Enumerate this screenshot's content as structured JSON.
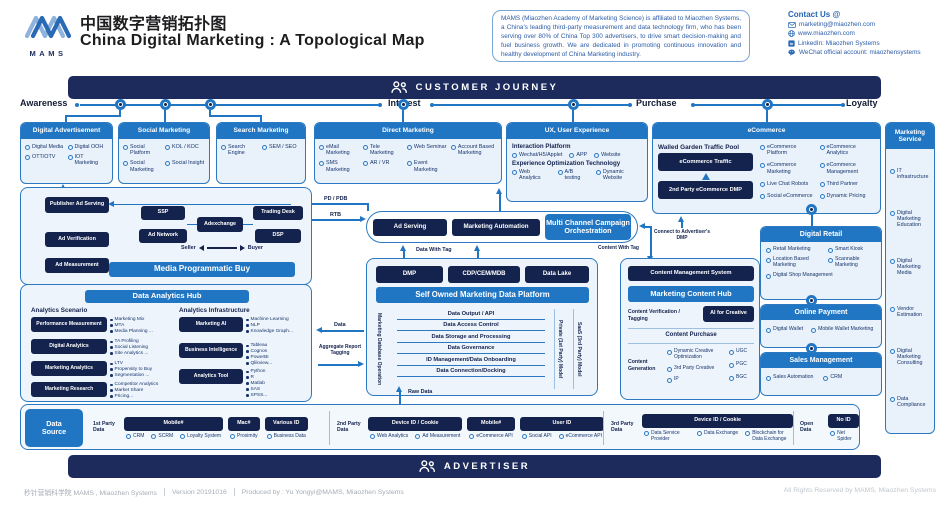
{
  "header": {
    "logo_text": "MAMS",
    "title_zh": "中国数字营销拓扑图",
    "title_en": "China Digital Marketing : A Topological Map",
    "about": "MAMS (Miaozhen Academy of Marketing Science) is affiliated to Miaozhen Systems, a China's leading third-party measurement and data technology firm, who has been serving over 80% of China Top 300 advertisers, to drive smart decision-making and fuel business growth. We are dedicated in promoting continuous innovation and healthy development of China Marketing industry.",
    "contact_heading": "Contact Us @",
    "contact": [
      {
        "icon": "email-icon",
        "label": "marketing@miaozhen.com"
      },
      {
        "icon": "globe-icon",
        "label": "www.miaozhen.com"
      },
      {
        "icon": "linkedin-icon",
        "label": "LinkedIn: Miaozhen Systems"
      },
      {
        "icon": "wechat-icon",
        "label": "WeChat official account: miaozhensystems"
      }
    ]
  },
  "journey": {
    "bar": "CUSTOMER JOURNEY",
    "stages": [
      "Awareness",
      "Interest",
      "Purchase",
      "Loyalty"
    ]
  },
  "channels": {
    "digital_ad": {
      "title": "Digital Advertisement",
      "items": [
        "Digital Media",
        "Digital OOH",
        "OTT/OTV",
        "IOT Marketing"
      ]
    },
    "social": {
      "title": "Social Marketing",
      "items": [
        "Social Platform",
        "KOL / KOC",
        "Social Marketing",
        "Social Insight"
      ]
    },
    "search": {
      "title": "Search Marketing",
      "items": [
        "Search Engine",
        "SEM / SEO"
      ]
    },
    "direct": {
      "title": "Direct Marketing",
      "items": [
        "eMail Marketing",
        "Tele Marketing",
        "Web Seminar",
        "Account Based Marketing",
        "SMS Marketing",
        "AR / VR",
        "Event Marketing"
      ]
    },
    "ux": {
      "title": "UX, User Experience",
      "s1": "Interaction Platform",
      "s1_items": [
        "Wechat/H5/Applet",
        "APP",
        "Website"
      ],
      "s2": "Experience Optimization Technology",
      "s2_items": [
        "Web Analytics",
        "A/B testing",
        "Dynamic Website"
      ]
    },
    "ecommerce": {
      "title": "eCommerce",
      "walled": "Walled Garden Traffic Pool",
      "traffic": "eCommerce Traffic",
      "dmp": "2nd Party eCommerce DMP",
      "items": [
        "eCommerce Platform",
        "eCommerce Analytics",
        "eCommerce Marketing",
        "eCommerce Management",
        "Live Chat Robots",
        "Third Partner",
        "Social eCommerce",
        "Dynamic Pricing"
      ]
    },
    "service": {
      "title": "Marketing Service",
      "items": [
        "IT infrastructure",
        "Digital Marketing Education",
        "Digital Marketing Media",
        "Vendor Estimation",
        "Digital Marketing Consulting",
        "Data Compliance"
      ]
    }
  },
  "programmatic": {
    "publisher": "Publisher Ad Serving",
    "verification": "Ad Verification",
    "measurement": "Ad Measurement",
    "ssp": "SSP",
    "ad_network": "Ad Network",
    "adexchange": "Adexchange",
    "trading_desk": "Trading Desk",
    "dsp": "DSP",
    "seller": "Seller",
    "buyer": "Buyer",
    "banner": "Media Programmatic Buy"
  },
  "orchestration": {
    "ad_serving": "Ad Serving",
    "automation": "Marketing Automation",
    "multi": "Multi Channel Campaign Orchestration"
  },
  "flows": {
    "pd_pdb": "PD / PDB",
    "rtb": "RTB",
    "data_with_tag": "Data With Tag",
    "content_with_tag": "Content With Tag",
    "data": "Data",
    "aggregate": "Aggregate Report Tagging",
    "raw": "Raw Data",
    "connect_dmp": "Connect to Advertiser's DMP",
    "open_data": "Open Data"
  },
  "analytics": {
    "banner": "Data Analytics Hub",
    "scenario_heading": "Analytics Scenario",
    "scenario": [
      {
        "box": "Performance Measurement",
        "bullets": [
          "Marketing Mix",
          "MTA",
          "Media Planning ..."
        ]
      },
      {
        "box": "Digital Analytics",
        "bullets": [
          "TA Profiling",
          "Social Listening",
          "Site Analytics ..."
        ]
      },
      {
        "box": "Marketing Analytics",
        "bullets": [
          "LTV",
          "Propensity to Buy",
          "Segmentation ..."
        ]
      },
      {
        "box": "Marketing Research",
        "bullets": [
          "Competitor Analytics",
          "Market Share",
          "Pricing..."
        ]
      }
    ],
    "infra_heading": "Analytics Infrastructure",
    "infra": [
      {
        "box": "Marketing AI",
        "bullets": [
          "Machine Learning",
          "NLP",
          "Knowledge Graph..."
        ]
      },
      {
        "box": "Business Intelligence",
        "bullets": [
          "Tableau",
          "Cognos",
          "PowerBI",
          "Qlikview..."
        ]
      },
      {
        "box": "Analytics Tool",
        "bullets": [
          "Python",
          "R",
          "Matlab",
          "SAS",
          "SPSS..."
        ]
      }
    ]
  },
  "platform": {
    "dmp": "DMP",
    "cdp": "CDP/CEM/MDB",
    "lake": "Data Lake",
    "banner": "Self Owned Marketing Data Platform",
    "left_rail": "Marketing Database Operation",
    "rows": [
      "Data Output / API",
      "Data Access Control",
      "Data Storage and Processing",
      "Data Governance",
      "ID Management/Data Onboarding",
      "Data Connection/Docking"
    ],
    "rail1": "Private (1st Party) Model",
    "rail2": "SaaS (3rd Party) Model"
  },
  "content_hub": {
    "cms": "Content Management System",
    "banner": "Marketing Content Hub",
    "verify": "Content Verification / Tagging",
    "ai": "AI for Creative",
    "purchase": "Content Purchase",
    "generation": "Content Generation",
    "col1": [
      "Dynamic Creative Optimization",
      "3rd Party Creative",
      "IP"
    ],
    "col2": [
      "UGC",
      "PGC",
      "BGC"
    ]
  },
  "retail": {
    "title": "Digital Retail",
    "items": [
      "Retail Marketing",
      "Smart Kiosk",
      "Location Based Marketing",
      "Scannable Marketing",
      "Digital Shop Management"
    ]
  },
  "payment": {
    "title": "Online Payment",
    "items": [
      "Digital Wallet",
      "Mobile Wallet Marketing"
    ]
  },
  "sales": {
    "title": "Sales Management",
    "items": [
      "Sales Automation",
      "CRM"
    ]
  },
  "data_source": {
    "label": "Data Source",
    "p1": "1st Party Data",
    "p2": "2nd Party Data",
    "p3": "3rd Party Data",
    "c1": "Mobile#",
    "c1_items": [
      "CRM",
      "SCRM",
      "Loyalty System"
    ],
    "c2": "Mac#",
    "c2_items": [
      "Proximity"
    ],
    "c3": "Various ID",
    "c3_items": [
      "Business Data"
    ],
    "c4": "Device ID / Cookie",
    "c4_items": [
      "Web Analytics",
      "Ad Measurement"
    ],
    "c5": "Mobile#",
    "c5_items": [
      "eCommerce API"
    ],
    "c6": "User ID",
    "c6_items": [
      "Social API",
      "eCommerce API"
    ],
    "c7": "Device ID / Cookie",
    "c7_items": [
      "Data Service Provider",
      "Data Exchange",
      "Blockchain for Data Exchange"
    ],
    "open": "Open Data",
    "c8": "No ID",
    "c8_items": [
      "Net Spider"
    ]
  },
  "advertiser": "ADVERTISER",
  "footer": {
    "org": "秒针营销科学院 MAMS , Miaozhen Systems",
    "version": "Version 20191016",
    "produced": "Produced by : Yu Yongyi@MAMS, Miaozhen Systems",
    "rights": "All Rights Reserved by MAMS, Miaozhen Systems"
  }
}
